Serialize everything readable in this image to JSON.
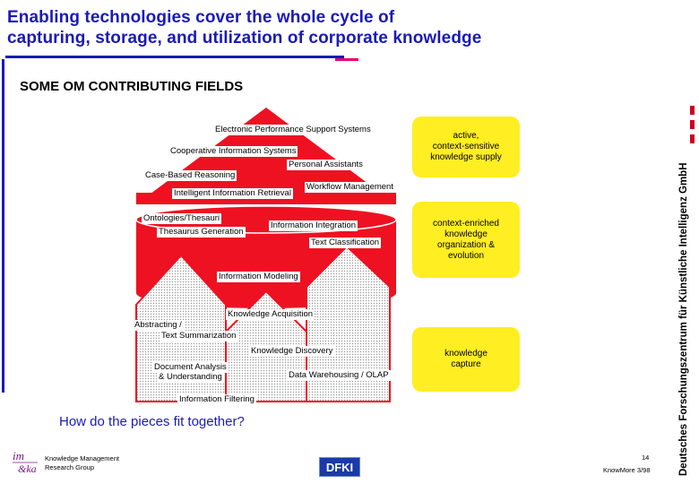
{
  "title": {
    "line1": "Enabling technologies cover the whole cycle of",
    "line2": "capturing, storage, and utilization of corporate knowledge"
  },
  "section_heading": "SOME OM CONTRIBUTING FIELDS",
  "vertical_org": "Deutsches Forschungszentrum für Künstliche Intelligenz GmbH",
  "pyramid_labels": [
    "Electronic Performance Support Systems",
    "Cooperative Information Systems",
    "Personal Assistants",
    "Case-Based Reasoning",
    "Workflow Management",
    "Intelligent Information Retrieval"
  ],
  "cylinder_labels": [
    "Ontologies/Thesauri",
    "Information Integration",
    "Thesaurus Generation",
    "Text Classification",
    "Information Modeling"
  ],
  "house_labels": [
    "Knowledge Acquisition",
    "Abstracting /",
    "Text Summarization",
    "Knowledge Discovery",
    "Document Analysis",
    "& Understanding",
    "Data Warehousing / OLAP",
    "Information Filtering"
  ],
  "yellow_boxes": [
    "active,\ncontext-sensitive\nknowledge supply",
    "context-enriched\nknowledge\norganization &\nevolution",
    "knowledge\ncapture"
  ],
  "question": "How do the pieces fit together?",
  "footer": {
    "logo_text": "im&ka",
    "group": "Knowledge Management\nResearch Group",
    "dfki_logo": "DFKI",
    "page": "14",
    "document": "KnowMore   3/98"
  },
  "colors": {
    "title_blue": "#1a1ab8",
    "accent_pink": "#e8006e",
    "pyramid_red": "#ee1122",
    "box_yellow": "#ffee22"
  }
}
